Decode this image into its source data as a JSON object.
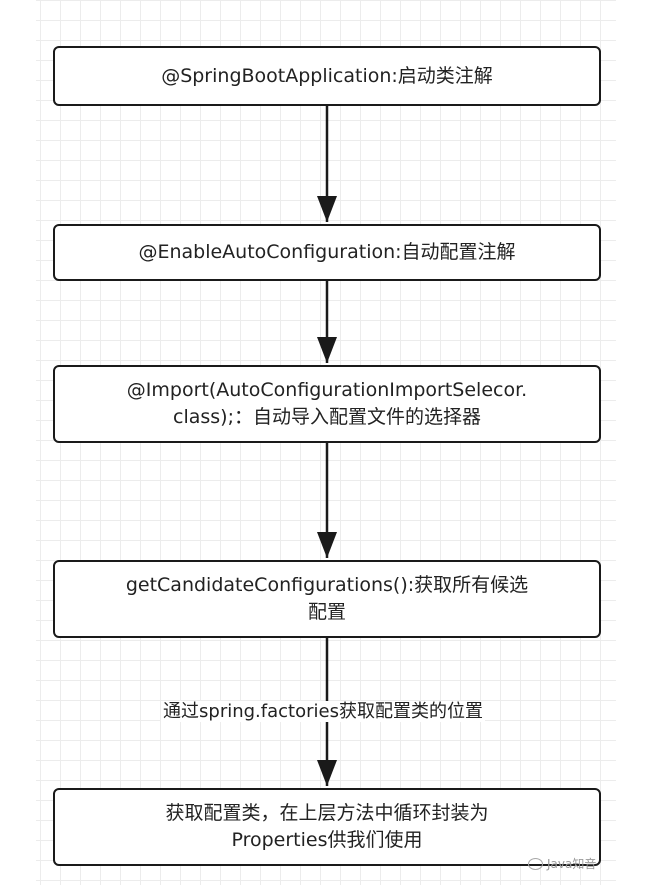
{
  "nodes": [
    {
      "lines": [
        "@SpringBootApplication:启动类注解"
      ]
    },
    {
      "lines": [
        "@EnableAutoConfiguration:自动配置注解"
      ]
    },
    {
      "lines": [
        "@Import(AutoConfigurationImportSelecor.",
        "class);：自动导入配置文件的选择器"
      ]
    },
    {
      "lines": [
        "getCandidateConfigurations():获取所有候选",
        "配置"
      ]
    },
    {
      "lines": [
        "获取配置类，在上层方法中循环封装为",
        "Properties供我们使用"
      ]
    }
  ],
  "edge_label": "通过spring.factories获取配置类的位置",
  "watermark": "Java知音",
  "colors": {
    "border": "#1a1a1a",
    "grid": "#ececec",
    "text": "#222222"
  }
}
